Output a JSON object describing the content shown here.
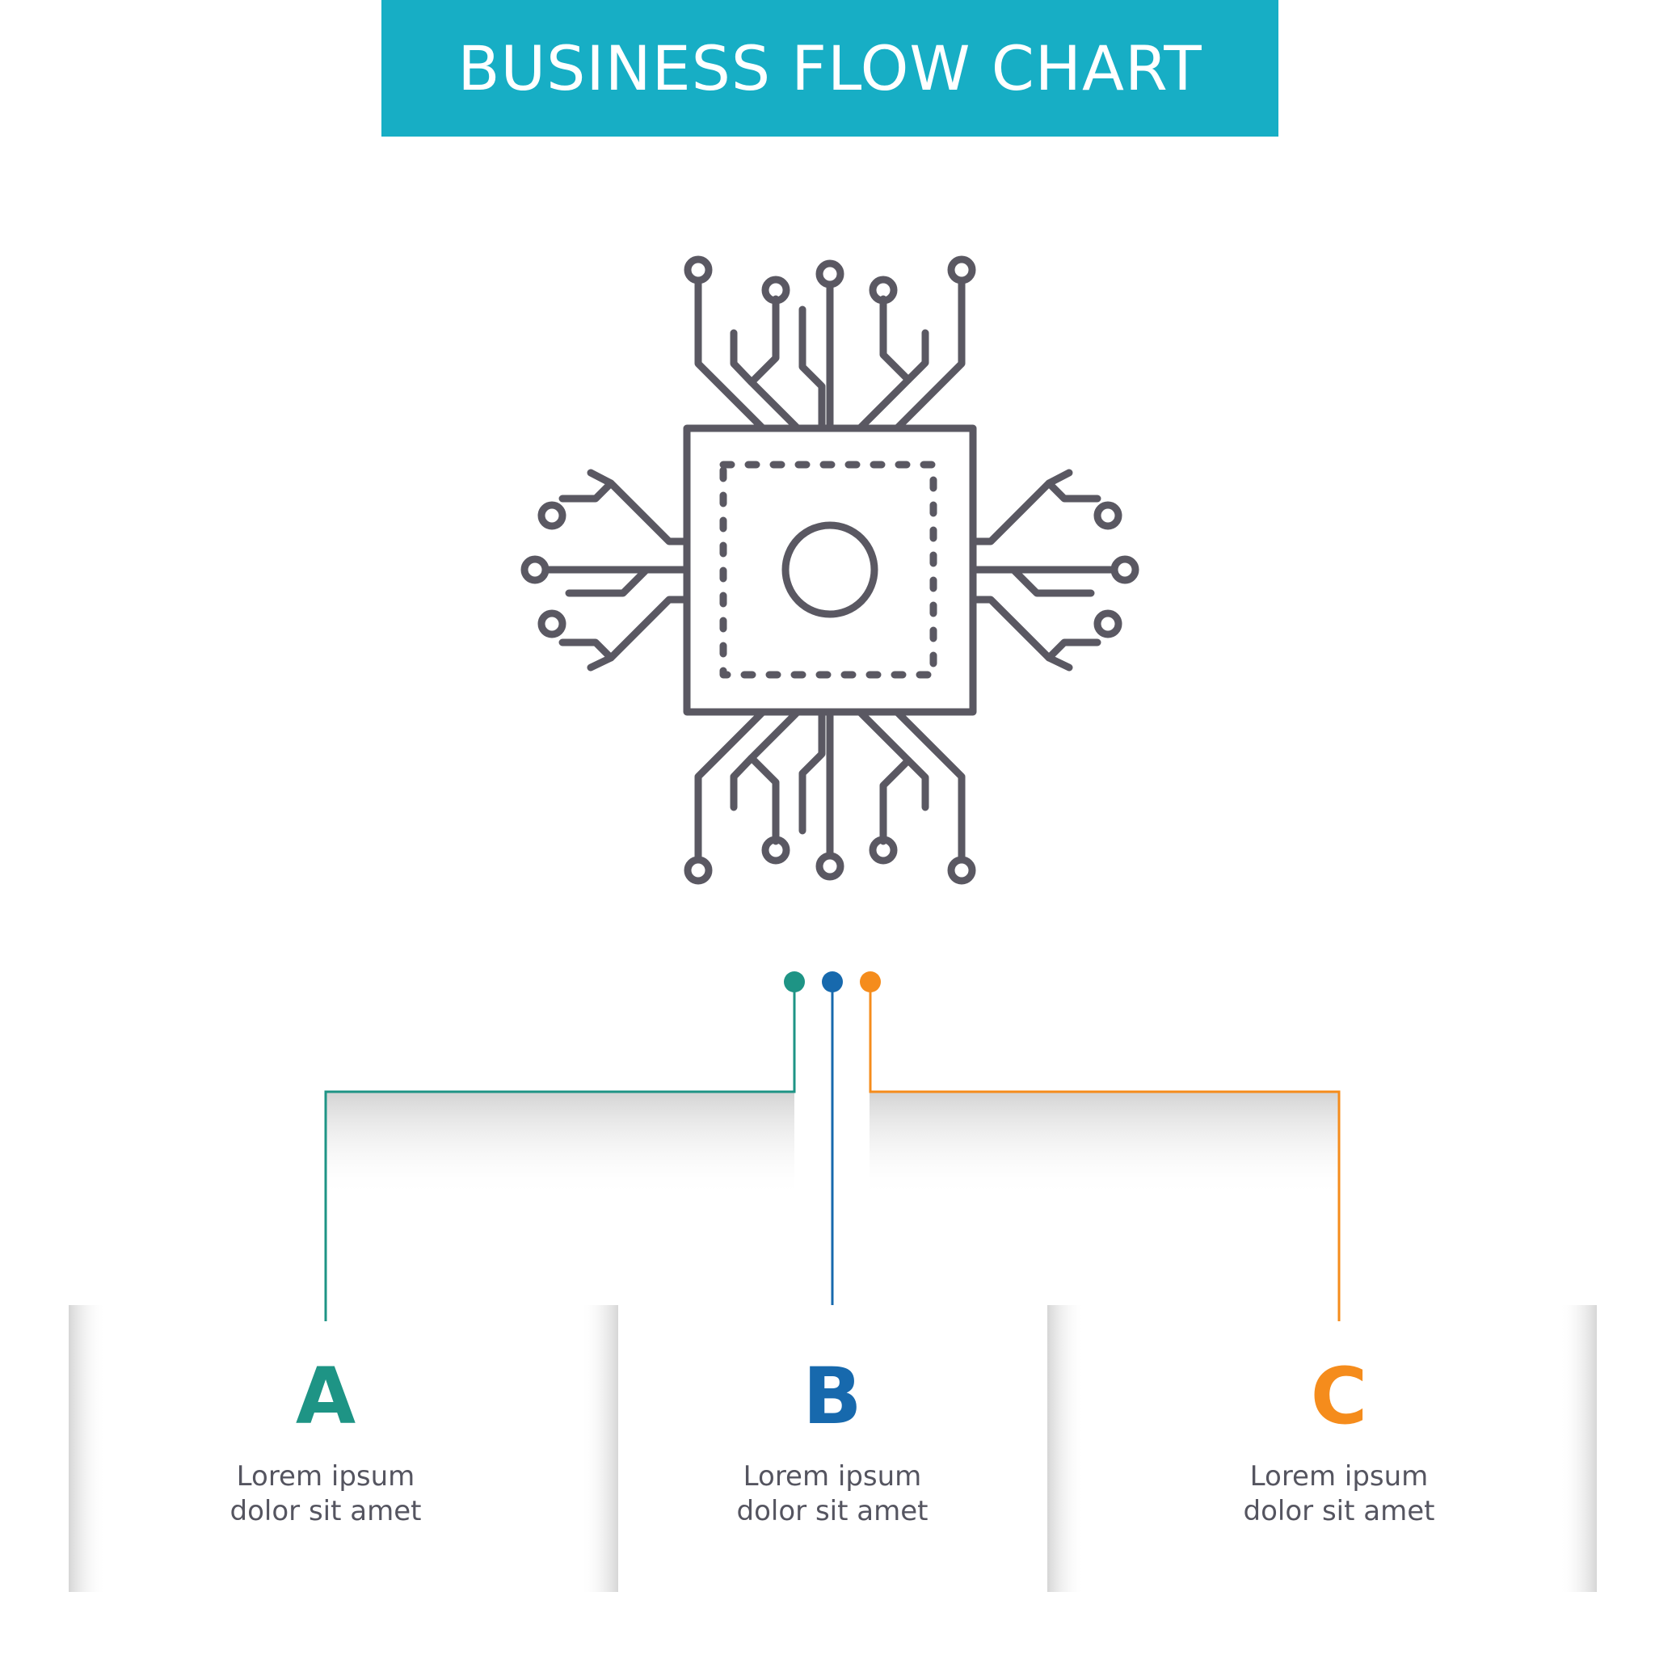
{
  "title": "BUSINESS FLOW CHART",
  "colors": {
    "banner": "#17aec5",
    "icon_stroke": "#5a5862",
    "step_a": "#1e9485",
    "step_b": "#1769ad",
    "step_c": "#f58c1c"
  },
  "icon": "cpu-chip-icon",
  "steps": [
    {
      "label": "A",
      "line1": "Lorem ipsum",
      "line2": "dolor sit amet"
    },
    {
      "label": "B",
      "line1": "Lorem ipsum",
      "line2": "dolor sit amet"
    },
    {
      "label": "C",
      "line1": "Lorem ipsum",
      "line2": "dolor sit amet"
    }
  ]
}
